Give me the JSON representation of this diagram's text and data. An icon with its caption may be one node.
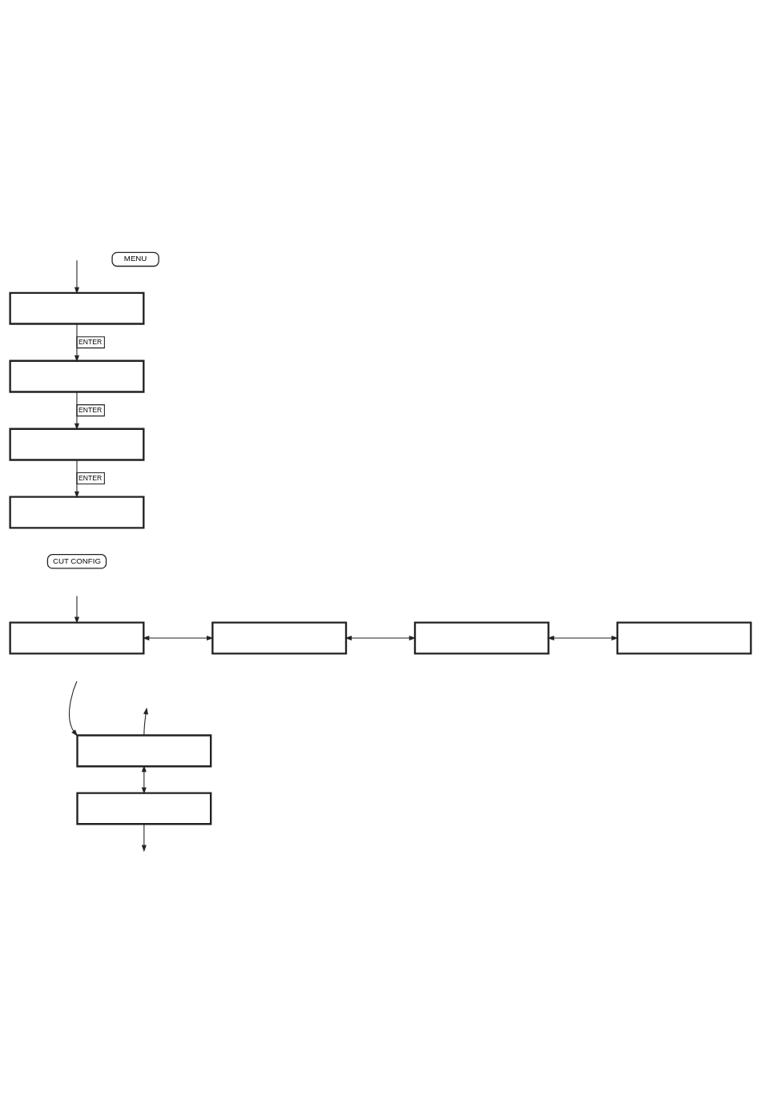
{
  "diagram": {
    "nodes": [
      {
        "text": [
          "MENU"
        ]
      },
      {
        "text": [],
        "shape": "box"
      },
      {
        "text": [],
        "shape": "box"
      },
      {
        "text": [],
        "shape": "box"
      },
      {
        "text": [],
        "shape": "box"
      },
      {
        "text": [
          "CUT CONFIG"
        ]
      },
      {
        "text": [],
        "shape": "box"
      },
      {
        "text": [],
        "shape": "box"
      },
      {
        "text": [],
        "shape": "box"
      },
      {
        "text": [],
        "shape": "box"
      },
      {
        "text": [],
        "shape": "box"
      },
      {
        "text": [],
        "shape": "box"
      }
    ],
    "edges": [
      {
        "from": null,
        "to": 1,
        "arrow": "to"
      },
      {
        "from": 1,
        "to": 2,
        "arrow": "to",
        "label": "ENTER"
      },
      {
        "from": 2,
        "to": 3,
        "arrow": "to",
        "label": "ENTER"
      },
      {
        "from": 3,
        "to": 4,
        "arrow": "to",
        "label": "ENTER"
      },
      {
        "from": null,
        "to": 6,
        "arrow": "to"
      },
      {
        "from": 6,
        "to": 7,
        "arrow": "both"
      },
      {
        "from": 7,
        "to": 8,
        "arrow": "both"
      },
      {
        "from": 8,
        "to": 9,
        "arrow": "both"
      },
      {
        "from": null,
        "to": 10,
        "arrow": "to"
      },
      {
        "from": 10,
        "to": null,
        "arrow": "to"
      },
      {
        "from": 10,
        "to": 11,
        "arrow": "both"
      },
      {
        "from": 11,
        "to": null,
        "arrow": "to"
      }
    ]
  }
}
